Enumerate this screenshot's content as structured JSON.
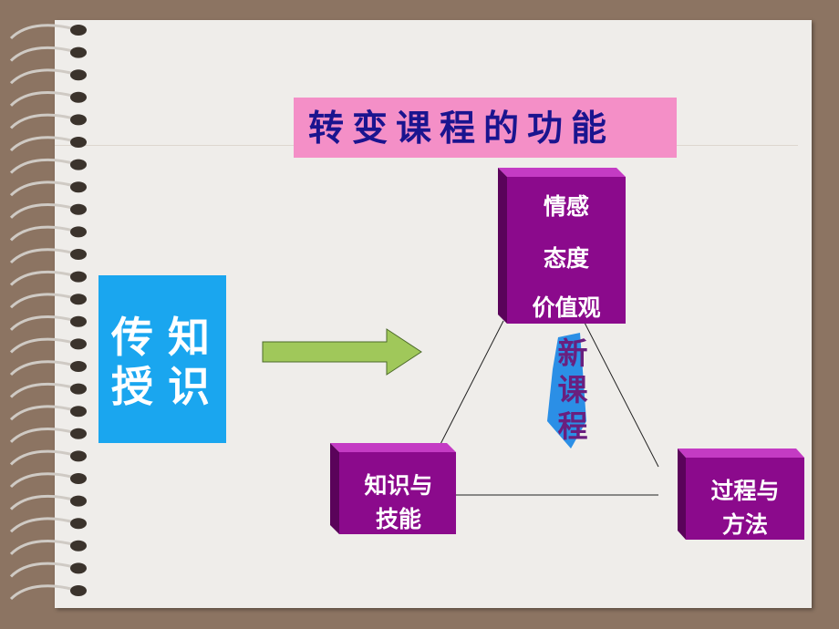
{
  "slide": {
    "title": "转变课程的功能",
    "left_block": {
      "chars": [
        "传",
        "知",
        "授",
        "识"
      ]
    },
    "top_box": {
      "lines": [
        "情感",
        "态度",
        "价值观"
      ]
    },
    "left_box": {
      "lines": [
        "知识与",
        "技能"
      ]
    },
    "right_box": {
      "lines": [
        "过程与",
        "方法"
      ]
    },
    "center_label": {
      "chars": [
        "新",
        "课",
        "程"
      ]
    }
  },
  "colors": {
    "background": "#8c7462",
    "paper": "#efedea",
    "title_band": "#f48fc7",
    "title_text": "#1a148f",
    "blue_block": "#1aa6ef",
    "purple_box": "#8b0a8c",
    "arrow_fill": "#a0c85a",
    "center_shape": "#2b8fe6",
    "center_text": "#6a1f7e"
  }
}
